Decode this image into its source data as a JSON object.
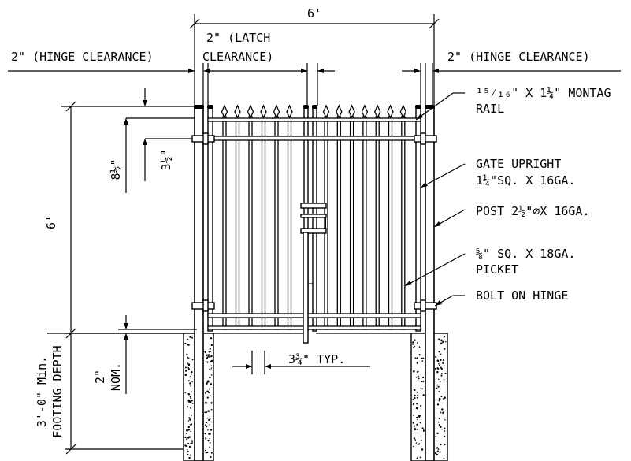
{
  "dimensions": {
    "overall_width": "6'",
    "hinge_clearance_left": "2\" (HINGE CLEARANCE)",
    "hinge_clearance_right": "2\" (HINGE CLEARANCE)",
    "latch_clearance_line1": "2\" (LATCH",
    "latch_clearance_line2": "CLEARANCE)",
    "height": "6'",
    "picket_top_dim": "8½\"",
    "rail_spacing_dim": "3½\"",
    "picket_spacing": "3¾\" TYP.",
    "nominal_line1": "2\"",
    "nominal_line2": "NOM.",
    "footing_line1": "3'-0\" Min.",
    "footing_line2": "FOOTING DEPTH"
  },
  "callouts": {
    "montag_rail_line1": "¹⁵⁄₁₆\" X 1¼\" MONTAG",
    "montag_rail_line2": "RAIL",
    "gate_upright_line1": "GATE UPRIGHT",
    "gate_upright_line2": "1¼\"SQ. X 16GA.",
    "post": "POST 2½\"⌀X 16GA.",
    "picket_line1": "⅝\" SQ. X 18GA.",
    "picket_line2": "PICKET",
    "bolt_on_hinge": "BOLT ON HINGE"
  }
}
